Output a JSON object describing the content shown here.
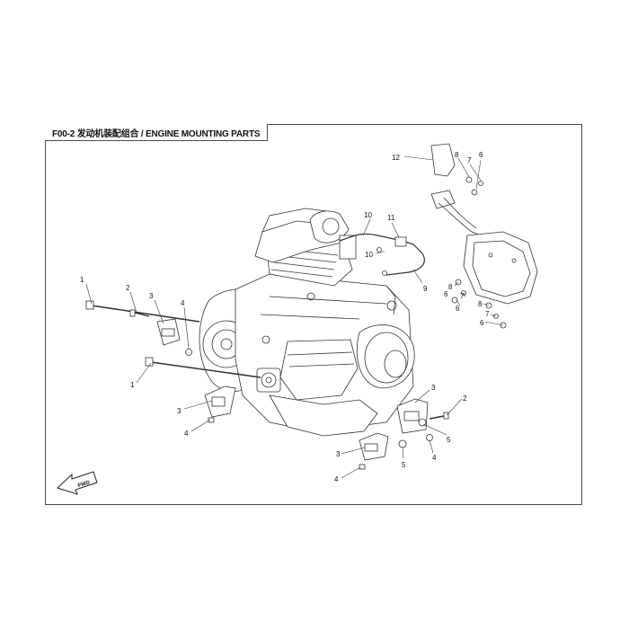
{
  "title": "F00-2 发动机装配组合 / ENGINE MOUNTING PARTS",
  "fwd_label": "FWD",
  "callouts": [
    "1",
    "2",
    "3",
    "4",
    "1",
    "3",
    "4",
    "3",
    "4",
    "3",
    "2",
    "5",
    "5",
    "4",
    "12",
    "8",
    "7",
    "6",
    "10",
    "11",
    "10",
    "9",
    "8",
    "8",
    "7",
    "6",
    "6",
    "7",
    "6"
  ]
}
